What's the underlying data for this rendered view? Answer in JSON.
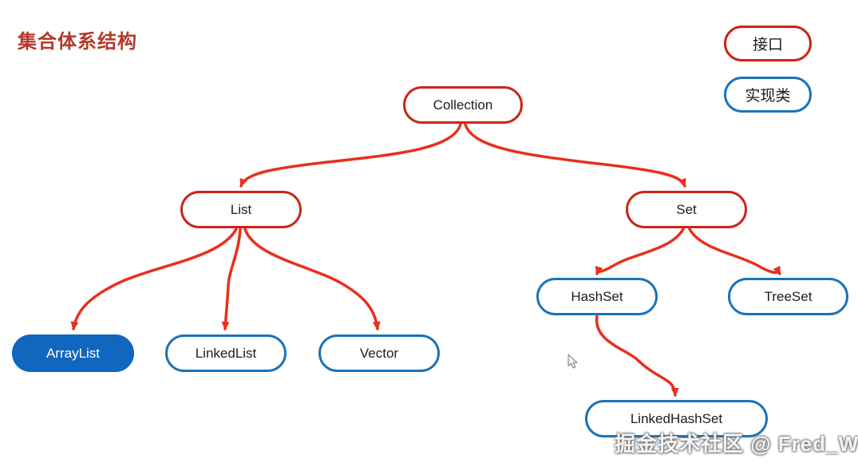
{
  "title": "集合体系结构",
  "legend": {
    "interface": "接口",
    "implementation": "实现类"
  },
  "nodes": {
    "collection": "Collection",
    "list": "List",
    "set": "Set",
    "arraylist": "ArrayList",
    "linkedlist": "LinkedList",
    "vector": "Vector",
    "hashset": "HashSet",
    "treeset": "TreeSet",
    "linkedhashset": "LinkedHashSet"
  },
  "edges": [
    {
      "from": "Collection",
      "to": "List"
    },
    {
      "from": "Collection",
      "to": "Set"
    },
    {
      "from": "List",
      "to": "ArrayList"
    },
    {
      "from": "List",
      "to": "LinkedList"
    },
    {
      "from": "List",
      "to": "Vector"
    },
    {
      "from": "Set",
      "to": "HashSet"
    },
    {
      "from": "Set",
      "to": "TreeSet"
    },
    {
      "from": "HashSet",
      "to": "LinkedHashSet"
    }
  ],
  "watermark": "掘金技术社区 @ Fred_W",
  "colors": {
    "title_red": "#b4392b",
    "interface_border_red": "#cc2418",
    "arrow_red": "#e8301d",
    "implementation_border_blue": "#1a73b9",
    "highlight_fill_blue": "#1166be",
    "text_black": "#1c1c1c"
  }
}
